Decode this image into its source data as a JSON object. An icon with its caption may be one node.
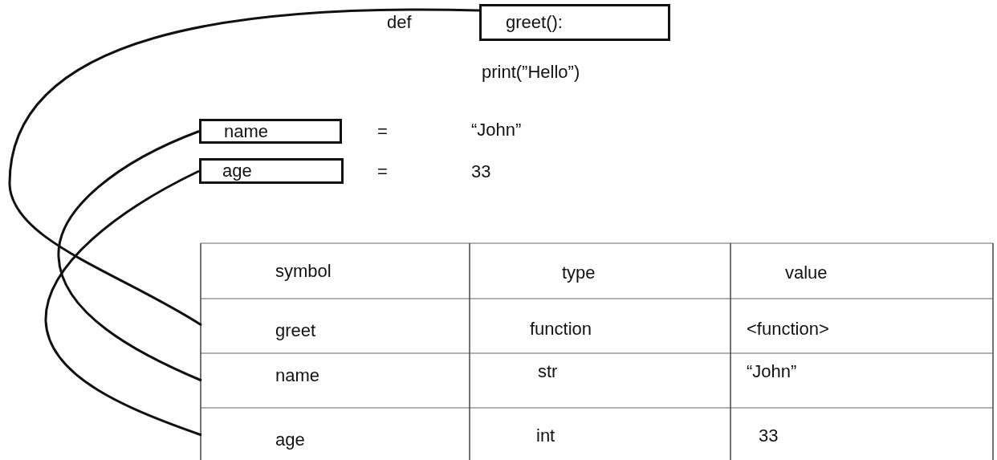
{
  "diagram": {
    "nodes": [
      {
        "text": [
          "greet():"
        ]
      },
      {
        "text": [
          "name"
        ]
      },
      {
        "text": [
          "age"
        ]
      },
      {
        "text": [
          "greet"
        ]
      },
      {
        "text": [
          "name"
        ]
      },
      {
        "text": [
          "age"
        ]
      }
    ],
    "edges": [
      {
        "from": 0,
        "to": 3,
        "arrow": "none"
      },
      {
        "from": 1,
        "to": 4,
        "arrow": "none"
      },
      {
        "from": 2,
        "to": 5,
        "arrow": "none"
      }
    ],
    "labels": [
      "def",
      "print(”Hello”)",
      "=",
      "“John”",
      "=",
      "33",
      "symbol",
      "type",
      "value",
      "function",
      "<function>",
      "str",
      "“John”",
      "int",
      "33"
    ]
  }
}
